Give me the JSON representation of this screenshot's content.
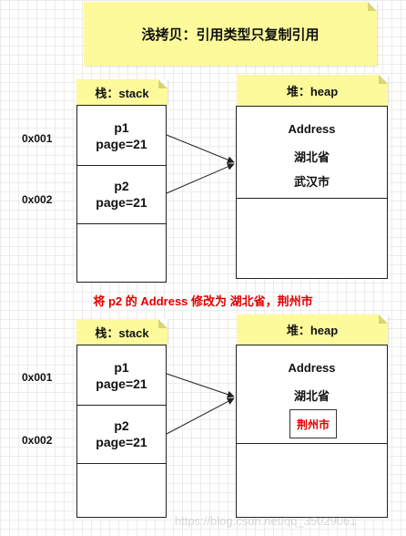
{
  "title": "浅拷贝：引用类型只复制引用",
  "change_note": "将 p2 的 Address 修改为 湖北省，荆州市",
  "watermark": "https://blog.csdn.net/qq_35029061",
  "before": {
    "stack_label": "栈：stack",
    "heap_label": "堆：heap",
    "addresses": [
      "0x001",
      "0x002"
    ],
    "stack_cells": [
      {
        "name": "p1",
        "page": "page=21"
      },
      {
        "name": "p2",
        "page": "page=21"
      }
    ],
    "heap": {
      "title": "Address",
      "province": "湖北省",
      "city": "武汉市"
    }
  },
  "after": {
    "stack_label": "栈：stack",
    "heap_label": "堆：heap",
    "addresses": [
      "0x001",
      "0x002"
    ],
    "stack_cells": [
      {
        "name": "p1",
        "page": "page=21"
      },
      {
        "name": "p2",
        "page": "page=21"
      }
    ],
    "heap": {
      "title": "Address",
      "province": "湖北省",
      "city": "荆州市"
    }
  }
}
